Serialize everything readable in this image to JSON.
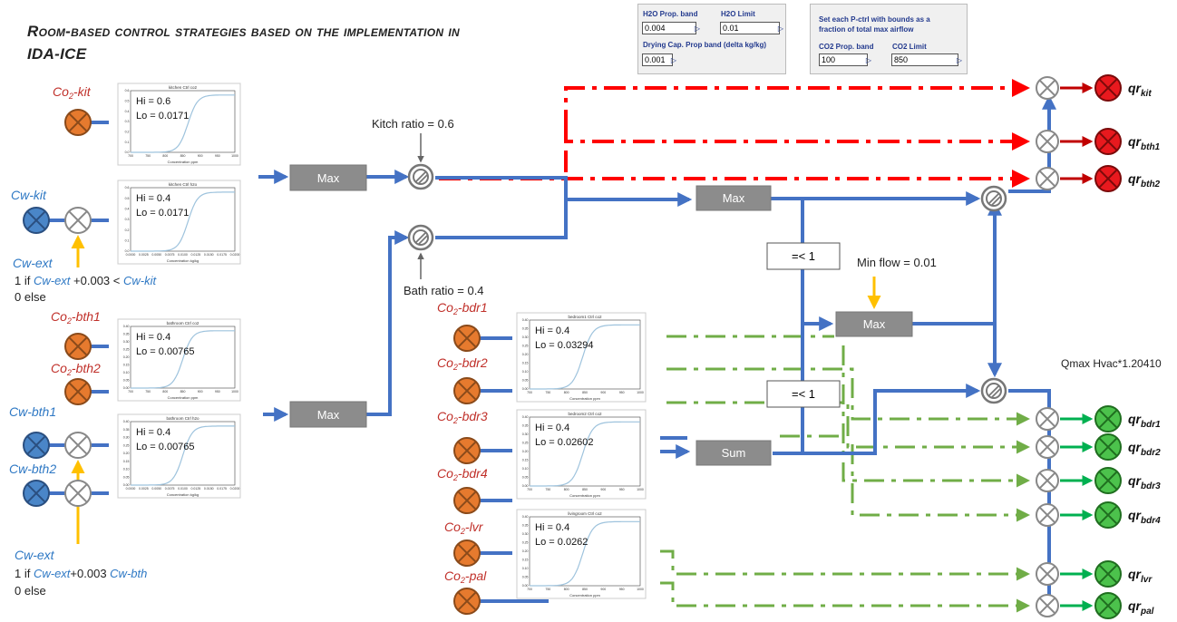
{
  "title": {
    "line1": "Room-based control strategies based on the implementation in",
    "line2": "IDA-ICE"
  },
  "panel_h2o": {
    "prop_band_label": "H2O Prop. band",
    "prop_band_value": "0.004",
    "limit_label": "H2O Limit",
    "limit_value": "0.01",
    "drying_label": "Drying Cap. Prop band (delta kg/kg)",
    "drying_value": "0.001"
  },
  "panel_co2": {
    "note_line1": "Set each P-ctrl with bounds as a",
    "note_line2": "fraction of total max airflow",
    "prop_band_label": "CO2 Prop. band",
    "prop_band_value": "100",
    "limit_label": "CO2 Limit",
    "limit_value": "850"
  },
  "sensors": {
    "co2_kit": "Co2-kit",
    "cw_kit": "Cw-kit",
    "cw_ext_1": "Cw-ext",
    "cond1_a": "1 if ",
    "cond1_b": "Cw-ext",
    "cond1_c": " +0.003 < ",
    "cond1_d": "Cw-kit",
    "else1": "0 else",
    "co2_bth1": "Co2-bth1",
    "co2_bth2": "Co2-bth2",
    "cw_bth1": "Cw-bth1",
    "cw_bth2": "Cw-bth2",
    "cw_ext_2": "Cw-ext",
    "cond2_a": "1 if ",
    "cond2_b": "Cw-ext",
    "cond2_c": "+0.003 ",
    "cond2_d": "Cw-bth",
    "else2": "0 else",
    "co2_bdr1": "Co2-bdr1",
    "co2_bdr2": "Co2-bdr2",
    "co2_bdr3": "Co2-bdr3",
    "co2_bdr4": "Co2-bdr4",
    "co2_lvr": "Co2-lvr",
    "co2_pal": "Co2-pal"
  },
  "plots": [
    {
      "title": "kitchen Ctrl co2",
      "hi": "Hi = 0.6",
      "lo": "Lo = 0.0171",
      "xlabel": "Concentration ppm",
      "xticks": [
        "700",
        "750",
        "800",
        "850",
        "900",
        "950",
        "1000"
      ],
      "yticks": [
        "0.0",
        "0.1",
        "0.2",
        "0.3",
        "0.4",
        "0.5",
        "0.6"
      ]
    },
    {
      "title": "kitchen Ctrl h2o",
      "hi": "Hi = 0.4",
      "lo": "Lo = 0.0171",
      "xlabel": "Concentration kg/kg",
      "xticks": [
        "0.0000",
        "0.0025",
        "0.0050",
        "0.0075",
        "0.0100",
        "0.0125",
        "0.0150",
        "0.0175",
        "0.0200"
      ],
      "yticks": [
        "0.0",
        "0.1",
        "0.2",
        "0.3",
        "0.4",
        "0.5",
        "0.6"
      ]
    },
    {
      "title": "bathroom Ctrl co2",
      "hi": "Hi = 0.4",
      "lo": "Lo = 0.00765",
      "xlabel": "Concentration ppm",
      "xticks": [
        "700",
        "750",
        "800",
        "850",
        "900",
        "950",
        "1000"
      ],
      "yticks": [
        "0.00",
        "0.05",
        "0.10",
        "0.15",
        "0.20",
        "0.25",
        "0.30",
        "0.35",
        "0.40"
      ]
    },
    {
      "title": "bathroom Ctrl h2o",
      "hi": "Hi = 0.4",
      "lo": "Lo = 0.00765",
      "xlabel": "Concentration kg/kg",
      "xticks": [
        "0.0000",
        "0.0025",
        "0.0050",
        "0.0075",
        "0.0100",
        "0.0125",
        "0.0150",
        "0.0175",
        "0.0200"
      ],
      "yticks": [
        "0.00",
        "0.05",
        "0.10",
        "0.15",
        "0.20",
        "0.25",
        "0.30",
        "0.35",
        "0.40"
      ]
    },
    {
      "title": "bedroom1 Ctrl co2",
      "hi": "Hi = 0.4",
      "lo": "Lo = 0.03294",
      "xlabel": "Concentration ppm",
      "xticks": [
        "700",
        "750",
        "800",
        "850",
        "900",
        "950",
        "1000"
      ],
      "yticks": [
        "0.00",
        "0.05",
        "0.10",
        "0.15",
        "0.20",
        "0.25",
        "0.30",
        "0.35",
        "0.40"
      ]
    },
    {
      "title": "bedroom2 Ctrl co2",
      "hi": "Hi = 0.4",
      "lo": "Lo = 0.02602",
      "xlabel": "Concentration ppm",
      "xticks": [
        "700",
        "750",
        "800",
        "850",
        "900",
        "950",
        "1000"
      ],
      "yticks": [
        "0.00",
        "0.05",
        "0.10",
        "0.15",
        "0.20",
        "0.25",
        "0.30",
        "0.35",
        "0.40"
      ]
    },
    {
      "title": "livingroom Ctrl co2",
      "hi": "Hi = 0.4",
      "lo": "Lo = 0.0262",
      "xlabel": "Concentration ppm",
      "xticks": [
        "700",
        "750",
        "800",
        "850",
        "900",
        "950",
        "1000"
      ],
      "yticks": [
        "0.00",
        "0.05",
        "0.10",
        "0.15",
        "0.20",
        "0.25",
        "0.30",
        "0.35",
        "0.40"
      ]
    }
  ],
  "blocks": {
    "max1": "Max",
    "max2": "Max",
    "max3": "Max",
    "max4": "Max",
    "sum": "Sum",
    "le1_a": "=< 1",
    "le1_b": "=< 1"
  },
  "labels": {
    "kitch_ratio": "Kitch ratio = 0.6",
    "bath_ratio": "Bath ratio = 0.4",
    "min_flow": "Min flow = 0.01",
    "qmax": "Qmax Hvac*1.20410"
  },
  "outputs": [
    {
      "base": "qr",
      "sub": "kit"
    },
    {
      "base": "qr",
      "sub": "bth1"
    },
    {
      "base": "qr",
      "sub": "bth2"
    },
    {
      "base": "qr",
      "sub": "bdr1"
    },
    {
      "base": "qr",
      "sub": "bdr2"
    },
    {
      "base": "qr",
      "sub": "bdr3"
    },
    {
      "base": "qr",
      "sub": "bdr4"
    },
    {
      "base": "qr",
      "sub": "lvr"
    },
    {
      "base": "qr",
      "sub": "pal"
    }
  ],
  "colors": {
    "blue_line": "#4472c4",
    "red_dash": "#ff0000",
    "green_dash": "#70ad47",
    "orange_node": "#e67a2e",
    "blue_node": "#4a86c8",
    "red_out": "#e8191e",
    "green_out": "#4cc24c",
    "block_gray": "#8c8c8c",
    "sensor_red": "#c0302a",
    "sensor_blue": "#2e78c4",
    "yellow_arrow": "#ffc000"
  }
}
